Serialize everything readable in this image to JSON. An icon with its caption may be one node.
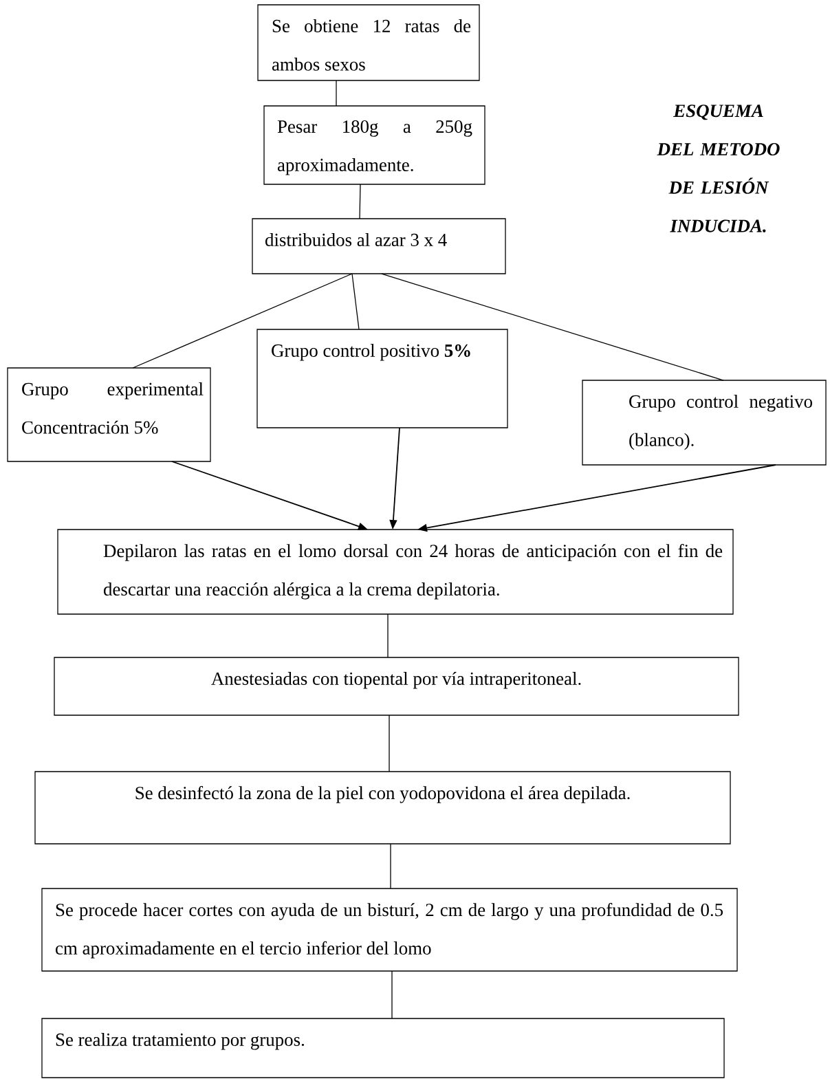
{
  "diagram": {
    "title": "ESQUEMA DEL METODO DE LESIÓN INDUCIDA.",
    "nodes": [
      {
        "text": [
          "Se obtiene 12 ratas de ambos sexos"
        ]
      },
      {
        "text": [
          "Pesar 180g a 250g aproximadamente."
        ]
      },
      {
        "text": [
          "distribuidos al azar 3 x 4"
        ]
      },
      {
        "text": [
          "Grupo experimental Concentración 5%"
        ]
      },
      {
        "text": [
          "Grupo control positivo **5%**"
        ]
      },
      {
        "text": [
          "Grupo control negativo (blanco)."
        ]
      },
      {
        "text": [
          "Depilaron las ratas en el lomo dorsal con 24 horas de anticipación con el fin de descartar una reacción alérgica a la crema depilatoria."
        ]
      },
      {
        "text": [
          "Anestesiadas con tiopental por vía intraperitoneal."
        ]
      },
      {
        "text": [
          "Se desinfectó la zona de la piel con yodopovidona el área depilada."
        ]
      },
      {
        "text": [
          "Se procede hacer cortes con ayuda de un bisturí, 2 cm de largo y una profundidad de 0.5 cm aproximadamente en el tercio inferior del lomo"
        ]
      },
      {
        "text": [
          "Se realiza tratamiento por grupos."
        ]
      }
    ],
    "edges": [
      {
        "from": 0,
        "to": 1,
        "arrow": "none"
      },
      {
        "from": 1,
        "to": 2,
        "arrow": "none"
      },
      {
        "from": 2,
        "to": 3,
        "arrow": "none"
      },
      {
        "from": 2,
        "to": 4,
        "arrow": "none"
      },
      {
        "from": 2,
        "to": 5,
        "arrow": "none"
      },
      {
        "from": 3,
        "to": 6,
        "arrow": "to"
      },
      {
        "from": 4,
        "to": 6,
        "arrow": "to"
      },
      {
        "from": 5,
        "to": 6,
        "arrow": "to"
      },
      {
        "from": 6,
        "to": 7,
        "arrow": "none"
      },
      {
        "from": 7,
        "to": 8,
        "arrow": "none"
      },
      {
        "from": 8,
        "to": 9,
        "arrow": "none"
      },
      {
        "from": 9,
        "to": 10,
        "arrow": "none"
      }
    ]
  }
}
